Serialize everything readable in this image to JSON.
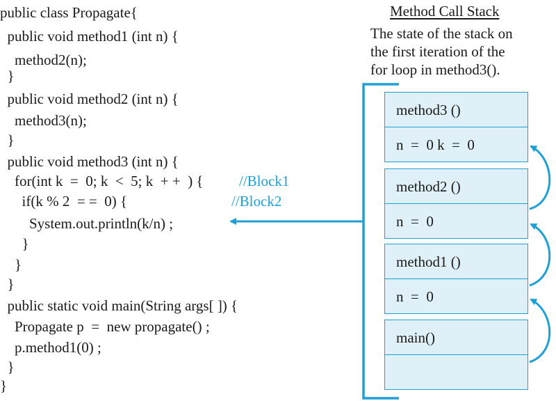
{
  "code": {
    "lines": [
      "public class Propagate{",
      "  public void method1 (int n) {",
      "    method2(n);",
      "  }",
      "  public void method2 (int n) {",
      "    method3(n);",
      "  }",
      "  public void method3 (int n) {",
      "    for(int k  =  0; k  <  5; k  + +  ) {",
      "      if(k % 2  = =  0) {",
      "        System.out.println(k/n) ;",
      "      }",
      "    }",
      "  }",
      "  public static void main(String args[ ]) {",
      "    Propagate p  =  new propagate() ;",
      "    p.method1(0) ;",
      "  }",
      "}"
    ],
    "comments": {
      "block1": "//Block1",
      "block2": "//Block2"
    }
  },
  "stack": {
    "title": "Method Call Stack",
    "description": [
      "The state of the stack on",
      "the first iteration of the",
      "for loop in method3()."
    ],
    "frames": [
      {
        "method": "method3 ()",
        "vars": "n  =  0 k  =  0"
      },
      {
        "method": "method2 ()",
        "vars": "n  =  0"
      },
      {
        "method": "method1 ()",
        "vars": "n  =  0"
      },
      {
        "method": "main()",
        "vars": ""
      }
    ]
  },
  "colors": {
    "accent": "#1e9fd6",
    "frame_fill": "#dff0f8",
    "text": "#1a1a1a"
  }
}
